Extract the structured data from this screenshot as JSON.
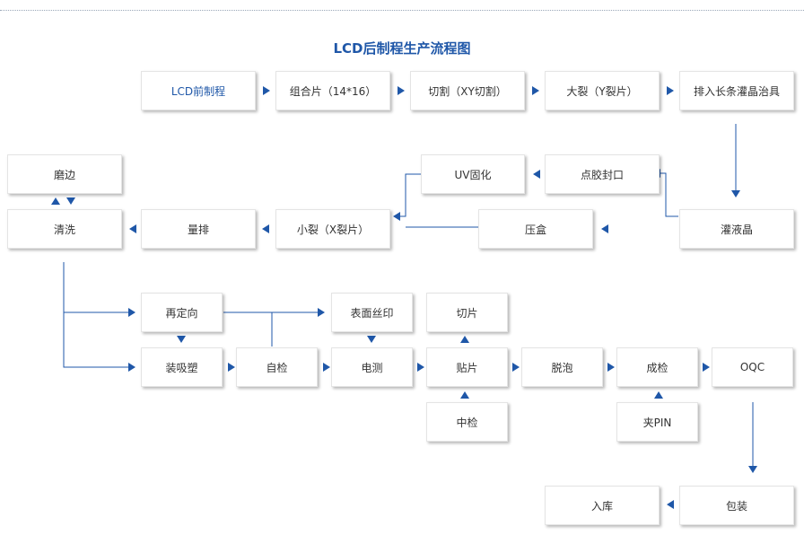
{
  "title": "LCD后制程生产流程图",
  "accent_color": "#1f57a8",
  "steps": {
    "lcd_front": "LCD前制程",
    "assemble": "组合片（14*16）",
    "cut_xy": "切割（XY切割）",
    "break_y": "大裂（Y裂片）",
    "arrange_fixture": "排入长条灌晶治具",
    "fill_crystal": "灌液晶",
    "press_box": "压盒",
    "seal": "点胶封口",
    "uv_cure": "UV固化",
    "break_x": "小裂（X裂片）",
    "measure_arrange": "量排",
    "clean": "清洗",
    "edge_grind": "磨边",
    "reorient": "再定向",
    "load_tray": "装吸塑",
    "self_check": "自检",
    "surface_print": "表面丝印",
    "electric_test": "电测",
    "cut_piece": "切片",
    "attach": "贴片",
    "mid_check": "中检",
    "debubble": "脱泡",
    "final_check": "成检",
    "clip_pin": "夹PIN",
    "oqc": "OQC",
    "package": "包装",
    "warehouse": "入库"
  }
}
